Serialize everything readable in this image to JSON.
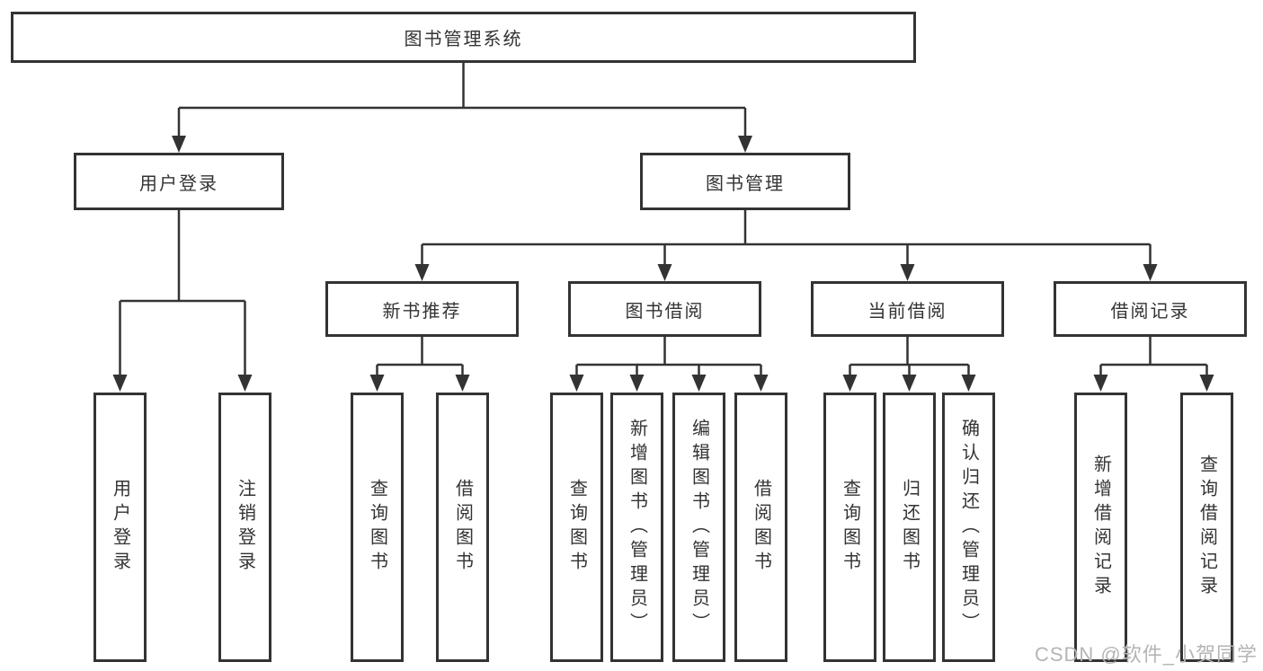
{
  "diagram": {
    "type": "hierarchy-tree",
    "colors": {
      "line": "#333333",
      "box_border": "#333333",
      "box_fill": "#ffffff",
      "text": "#333333",
      "watermark": "#b5b5b5",
      "background": "#ffffff"
    },
    "nodes": {
      "root": "图书管理系统",
      "level2": [
        "用户登录",
        "图书管理"
      ],
      "level3": [
        "新书推荐",
        "图书借阅",
        "当前借阅",
        "借阅记录"
      ],
      "leaves": {
        "user_login": [
          "用户登录",
          "注销登录"
        ],
        "new_book_recommend": [
          "查询图书",
          "借阅图书"
        ],
        "book_borrow": [
          "查询图书",
          "新增图书（管理员）",
          "编辑图书（管理员）",
          "借阅图书"
        ],
        "current_borrow": [
          "查询图书",
          "归还图书",
          "确认归还（管理员）"
        ],
        "borrow_record": [
          "新增借阅记录",
          "查询借阅记录"
        ]
      }
    },
    "watermark": "CSDN @软件_小贺同学"
  }
}
